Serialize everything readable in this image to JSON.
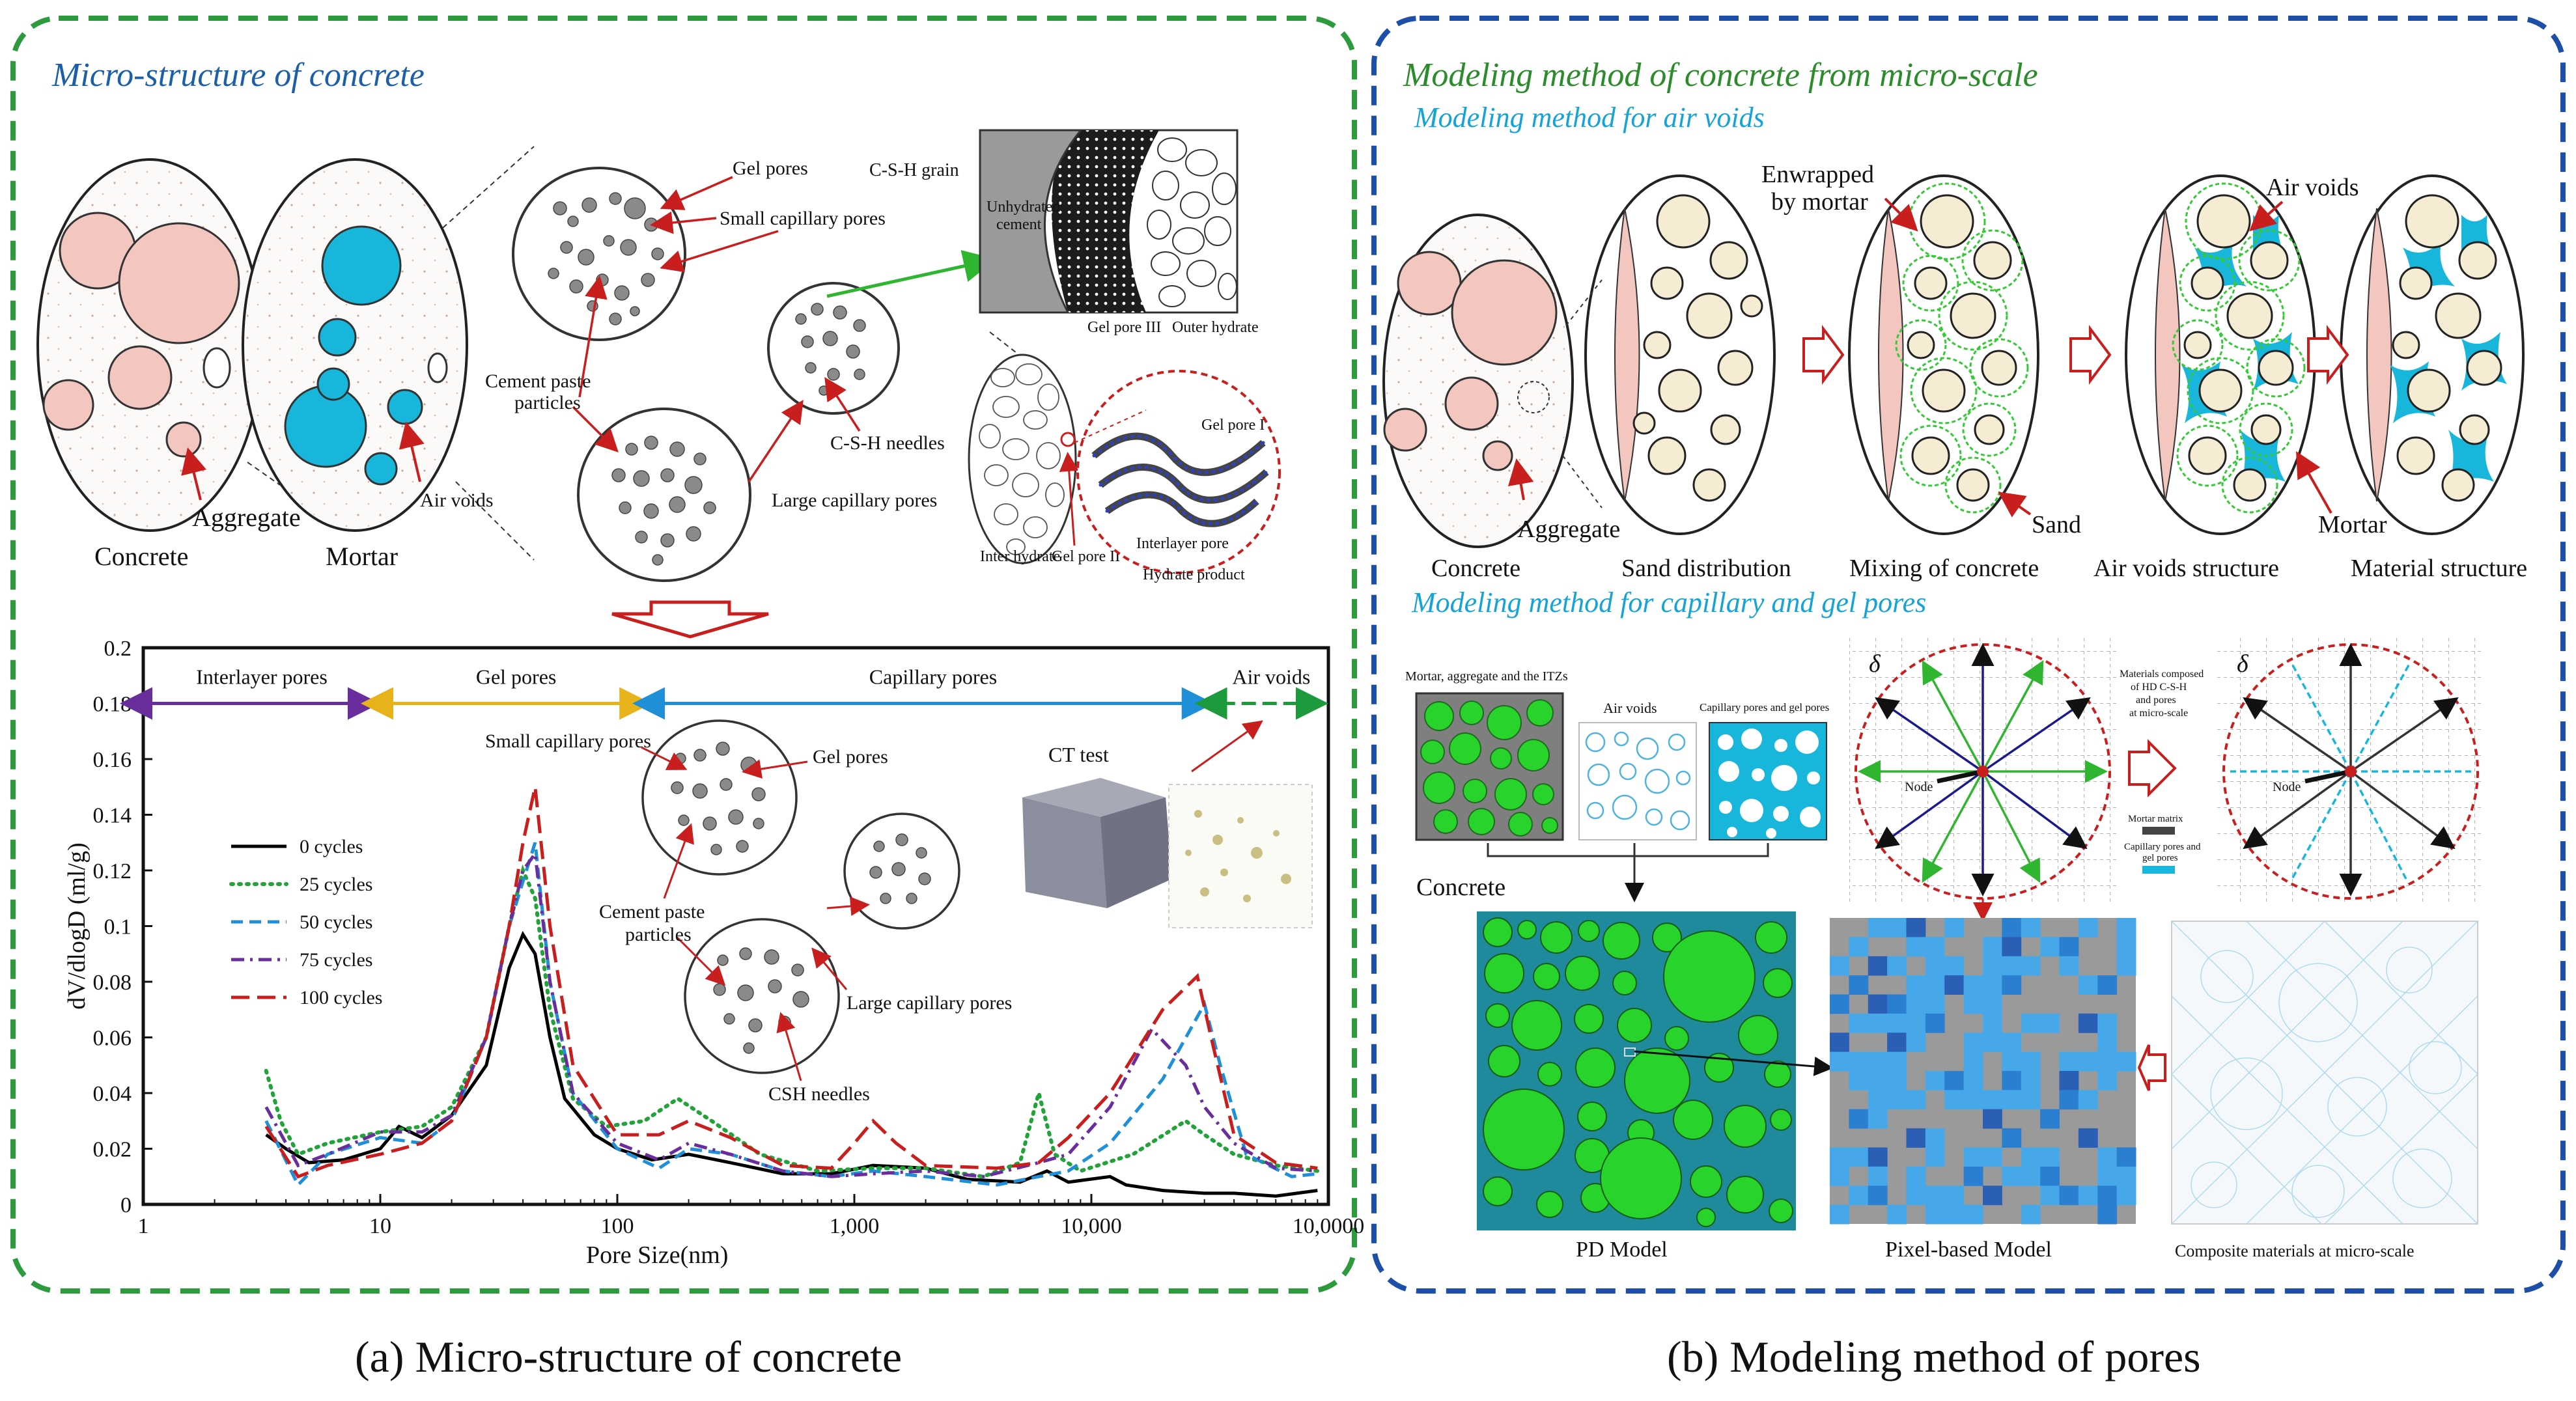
{
  "left_panel": {
    "title": "Micro-structure of concrete",
    "labels": {
      "concrete": "Concrete",
      "mortar": "Mortar",
      "aggregate": "Aggregate",
      "air_voids": "Air voids",
      "gel_pores": "Gel pores",
      "small_capillary": "Small capillary pores",
      "cement_paste": [
        "Cement paste",
        "particles"
      ],
      "large_capillary": "Large capillary pores",
      "csh_needles": "C-S-H needles",
      "csh_grain": "C-S-H grain",
      "unhydrated": [
        "Unhydrated",
        "cement"
      ],
      "gel_pore_iii": "Gel pore III",
      "outer_hydrate": "Outer hydrate",
      "inter_hydrate": "Inter hydrate",
      "gel_pore_ii": "Gel pore II",
      "gel_pore_i": "Gel pore I",
      "interlayer_pore": "Interlayer pore",
      "hydrate_product": "Hydrate product"
    }
  },
  "chart_panel": {
    "range_labels": [
      "Interlayer pores",
      "Gel pores",
      "Capillary pores",
      "Air voids"
    ],
    "inset_labels": {
      "small_capillary": "Small capillary pores",
      "gel_pores": "Gel pores",
      "cement_paste": [
        "Cement paste",
        "particles"
      ],
      "large_capillary": "Large capillary pores",
      "csh_needles": "CSH needles",
      "ct_test": "CT test"
    }
  },
  "chart_data": {
    "type": "line",
    "title": "",
    "xlabel": "Pore Size(nm)",
    "ylabel": "dV/dlogD (ml/g)",
    "xscale": "log",
    "xlim": [
      1,
      100000
    ],
    "ylim": [
      0,
      0.2
    ],
    "x_tick_labels": [
      "1",
      "10",
      "100",
      "1,000",
      "10,000",
      "10,0000"
    ],
    "y_ticks": [
      0,
      0.02,
      0.04,
      0.06,
      0.08,
      0.1,
      0.12,
      0.14,
      0.16,
      0.18,
      0.2
    ],
    "y_tick_labels": [
      "0",
      "0.02",
      "0.04",
      "0.06",
      "0.08",
      "0.1",
      "0.12",
      "0.14",
      "0.16",
      "0.18",
      "0.2"
    ],
    "legend_position": "left",
    "grid": false,
    "series": [
      {
        "name": "0 cycles",
        "color": "#000000",
        "dash": "solid",
        "points": [
          [
            3.3,
            0.025
          ],
          [
            4,
            0.02
          ],
          [
            5,
            0.015
          ],
          [
            7,
            0.016
          ],
          [
            10,
            0.02
          ],
          [
            12,
            0.028
          ],
          [
            15,
            0.024
          ],
          [
            20,
            0.032
          ],
          [
            28,
            0.05
          ],
          [
            35,
            0.085
          ],
          [
            40,
            0.097
          ],
          [
            45,
            0.09
          ],
          [
            52,
            0.06
          ],
          [
            60,
            0.038
          ],
          [
            80,
            0.025
          ],
          [
            100,
            0.02
          ],
          [
            140,
            0.016
          ],
          [
            200,
            0.018
          ],
          [
            300,
            0.015
          ],
          [
            500,
            0.011
          ],
          [
            800,
            0.011
          ],
          [
            1200,
            0.014
          ],
          [
            2000,
            0.013
          ],
          [
            3000,
            0.009
          ],
          [
            5000,
            0.008
          ],
          [
            6500,
            0.012
          ],
          [
            8000,
            0.008
          ],
          [
            12000,
            0.01
          ],
          [
            14000,
            0.007
          ],
          [
            20000,
            0.005
          ],
          [
            30000,
            0.004
          ],
          [
            40000,
            0.004
          ],
          [
            60000,
            0.003
          ],
          [
            90000,
            0.005
          ]
        ]
      },
      {
        "name": "25 cycles",
        "color": "#22a33a",
        "dash": "dot",
        "points": [
          [
            3.3,
            0.048
          ],
          [
            3.8,
            0.03
          ],
          [
            4.5,
            0.018
          ],
          [
            6,
            0.022
          ],
          [
            10,
            0.026
          ],
          [
            15,
            0.028
          ],
          [
            20,
            0.035
          ],
          [
            28,
            0.06
          ],
          [
            35,
            0.1
          ],
          [
            40,
            0.12
          ],
          [
            45,
            0.11
          ],
          [
            52,
            0.07
          ],
          [
            65,
            0.038
          ],
          [
            90,
            0.028
          ],
          [
            130,
            0.03
          ],
          [
            180,
            0.038
          ],
          [
            250,
            0.03
          ],
          [
            400,
            0.018
          ],
          [
            700,
            0.012
          ],
          [
            1200,
            0.013
          ],
          [
            2000,
            0.013
          ],
          [
            3500,
            0.01
          ],
          [
            5000,
            0.015
          ],
          [
            6000,
            0.04
          ],
          [
            7000,
            0.018
          ],
          [
            9000,
            0.012
          ],
          [
            15000,
            0.018
          ],
          [
            25000,
            0.03
          ],
          [
            30000,
            0.025
          ],
          [
            40000,
            0.018
          ],
          [
            60000,
            0.014
          ],
          [
            90000,
            0.012
          ]
        ]
      },
      {
        "name": "50 cycles",
        "color": "#1f8fd8",
        "dash": "dash",
        "points": [
          [
            3.3,
            0.03
          ],
          [
            4.5,
            0.007
          ],
          [
            6,
            0.018
          ],
          [
            10,
            0.024
          ],
          [
            15,
            0.022
          ],
          [
            20,
            0.03
          ],
          [
            28,
            0.06
          ],
          [
            35,
            0.1
          ],
          [
            40,
            0.116
          ],
          [
            45,
            0.13
          ],
          [
            52,
            0.08
          ],
          [
            65,
            0.04
          ],
          [
            100,
            0.02
          ],
          [
            150,
            0.013
          ],
          [
            200,
            0.02
          ],
          [
            300,
            0.018
          ],
          [
            500,
            0.012
          ],
          [
            800,
            0.01
          ],
          [
            1200,
            0.012
          ],
          [
            2000,
            0.01
          ],
          [
            4000,
            0.007
          ],
          [
            6000,
            0.01
          ],
          [
            8000,
            0.012
          ],
          [
            12000,
            0.022
          ],
          [
            20000,
            0.045
          ],
          [
            30000,
            0.072
          ],
          [
            35000,
            0.05
          ],
          [
            45000,
            0.018
          ],
          [
            70000,
            0.01
          ],
          [
            90000,
            0.011
          ]
        ]
      },
      {
        "name": "75 cycles",
        "color": "#6a2d9c",
        "dash": "dashdot",
        "points": [
          [
            3.3,
            0.035
          ],
          [
            4.5,
            0.014
          ],
          [
            6,
            0.018
          ],
          [
            10,
            0.026
          ],
          [
            15,
            0.026
          ],
          [
            20,
            0.032
          ],
          [
            28,
            0.06
          ],
          [
            35,
            0.1
          ],
          [
            40,
            0.12
          ],
          [
            45,
            0.126
          ],
          [
            52,
            0.08
          ],
          [
            65,
            0.04
          ],
          [
            100,
            0.022
          ],
          [
            150,
            0.016
          ],
          [
            200,
            0.022
          ],
          [
            300,
            0.018
          ],
          [
            500,
            0.012
          ],
          [
            800,
            0.01
          ],
          [
            1200,
            0.011
          ],
          [
            2000,
            0.012
          ],
          [
            3500,
            0.01
          ],
          [
            6000,
            0.015
          ],
          [
            8000,
            0.018
          ],
          [
            12000,
            0.035
          ],
          [
            18000,
            0.063
          ],
          [
            25000,
            0.05
          ],
          [
            30000,
            0.035
          ],
          [
            40000,
            0.022
          ],
          [
            60000,
            0.013
          ],
          [
            90000,
            0.012
          ]
        ]
      },
      {
        "name": "100 cycles",
        "color": "#c81e1e",
        "dash": "longdash",
        "points": [
          [
            3.3,
            0.028
          ],
          [
            4.5,
            0.01
          ],
          [
            6,
            0.014
          ],
          [
            10,
            0.018
          ],
          [
            15,
            0.022
          ],
          [
            20,
            0.03
          ],
          [
            28,
            0.06
          ],
          [
            35,
            0.1
          ],
          [
            40,
            0.13
          ],
          [
            45,
            0.15
          ],
          [
            52,
            0.1
          ],
          [
            65,
            0.05
          ],
          [
            100,
            0.025
          ],
          [
            150,
            0.025
          ],
          [
            200,
            0.03
          ],
          [
            300,
            0.024
          ],
          [
            500,
            0.014
          ],
          [
            800,
            0.013
          ],
          [
            1000,
            0.022
          ],
          [
            1200,
            0.03
          ],
          [
            1500,
            0.022
          ],
          [
            2000,
            0.014
          ],
          [
            4000,
            0.013
          ],
          [
            6000,
            0.015
          ],
          [
            8000,
            0.024
          ],
          [
            12000,
            0.04
          ],
          [
            20000,
            0.07
          ],
          [
            28000,
            0.082
          ],
          [
            32000,
            0.06
          ],
          [
            40000,
            0.025
          ],
          [
            60000,
            0.015
          ],
          [
            90000,
            0.013
          ]
        ]
      }
    ]
  },
  "right_panel": {
    "title": "Modeling method of concrete from micro-scale",
    "subtitle_air": "Modeling method for air voids",
    "subtitle_cap": "Modeling method for capillary and gel pores",
    "labels": {
      "concrete": "Concrete",
      "aggregate": "Aggregate",
      "sand_distribution": "Sand distribution",
      "mixing": "Mixing of concrete",
      "air_voids_structure": "Air voids structure",
      "material_structure": "Material structure",
      "enwrapped": [
        "Enwrapped",
        "by mortar"
      ],
      "sand": "Sand",
      "air_voids": "Air voids",
      "mortar": "Mortar",
      "mortar_agg_itz": "Mortar, aggregate and the ITZs",
      "air_voids_small": "Air voids",
      "cap_gel": "Capillary pores and gel pores",
      "concrete2": "Concrete",
      "delta": "δ",
      "node": "Node",
      "materials_composed": [
        "Materials composed",
        "of HD C-S-H",
        "and pores",
        "at micro-scale"
      ],
      "mortar_matrix": "Mortar matrix",
      "cap_gel_legend": [
        "Capillary pores and",
        "gel pores"
      ],
      "pd_model": "PD Model",
      "pixel_model": "Pixel-based Model",
      "composite": "Composite materials at micro-scale"
    }
  },
  "captions": {
    "a": "(a) Micro-structure of concrete",
    "b": "(b) Modeling method of pores"
  },
  "colors": {
    "green_border": "#2e9a3e",
    "blue_border": "#1d4fa8",
    "cyan": "#19b6dc",
    "pink": "#f3c6c0",
    "sand": "#f6ecd4",
    "bright_green": "#28d32c",
    "red": "#c81e1e",
    "title_blue": "#1b5fa8",
    "title_green": "#2c8c2c",
    "sub_cyan": "#17a3d6"
  }
}
